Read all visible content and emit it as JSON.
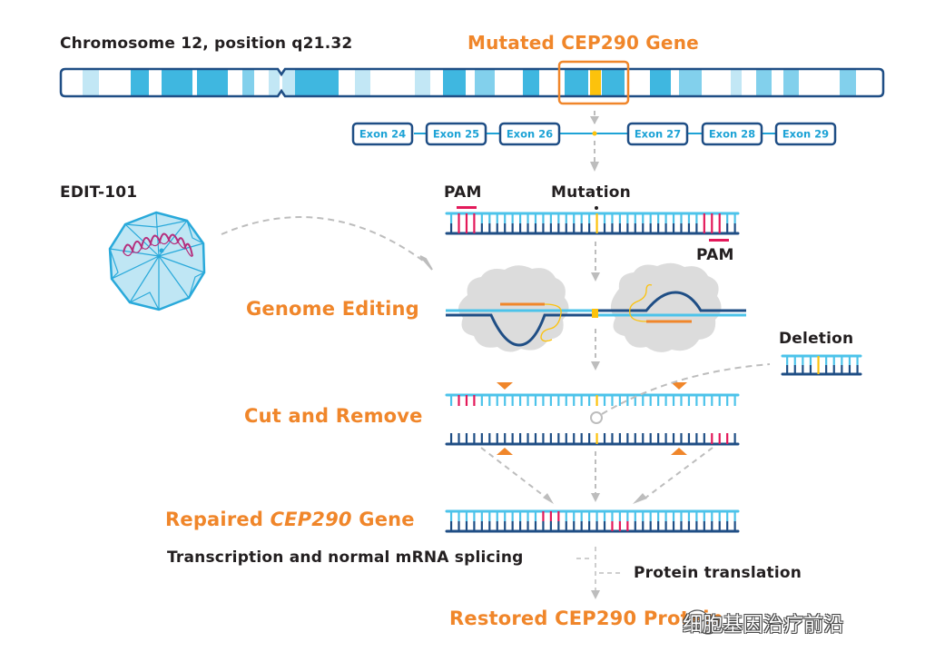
{
  "chromosome": {
    "title": "Chromosome 12, position q21.32",
    "bands": [
      {
        "shade": "light"
      },
      {
        "shade": "dark"
      },
      {
        "shade": "dark"
      },
      {
        "shade": "dark"
      },
      {
        "shade": "mid"
      },
      {
        "shade": "light"
      },
      {
        "shade": "light"
      },
      {
        "shade": "dark"
      },
      {
        "shade": "light"
      },
      {
        "shade": "light"
      },
      {
        "shade": "dark"
      },
      {
        "shade": "mid"
      },
      {
        "shade": "dark"
      },
      {
        "shade": "dark"
      },
      {
        "shade": "mutation"
      },
      {
        "shade": "dark"
      },
      {
        "shade": "dark"
      },
      {
        "shade": "mid"
      },
      {
        "shade": "light"
      },
      {
        "shade": "mid"
      },
      {
        "shade": "mid"
      },
      {
        "shade": "mid"
      }
    ]
  },
  "gene": {
    "title": "Mutated CEP290 Gene",
    "exons": [
      "Exon 24",
      "Exon 25",
      "Exon 26",
      "Exon 27",
      "Exon 28",
      "Exon 29"
    ]
  },
  "vector": {
    "label": "EDIT-101",
    "icon": "aav-capsid-icon"
  },
  "dna_labels": {
    "pam_top": "PAM",
    "mutation": "Mutation",
    "pam_bottom": "PAM",
    "deletion": "Deletion"
  },
  "steps": {
    "genome_editing": "Genome Editing",
    "cut_and_remove": "Cut and Remove",
    "repaired_prefix": "Repaired ",
    "repaired_gene": "CEP290",
    "repaired_suffix": " Gene",
    "transcription": "Transcription and normal mRNA splicing",
    "protein_translation": "Protein translation",
    "restored": "Restored CEP290 Protein"
  },
  "watermark": {
    "text": "细胞基因治疗前沿",
    "icon": "wechat-icon"
  },
  "colors": {
    "orange": "#f0862a",
    "dark_blue": "#1f4e85",
    "light_blue": "#4cc3ea",
    "band_dark": "#3fb7e0",
    "band_mid": "#82d0ec",
    "band_light": "#c2e7f5",
    "mutation_yellow": "#fcc20c",
    "pam_red": "#e3195a",
    "arrow_gray": "#bdbdbd",
    "blob_gray": "#dcdcdc"
  }
}
